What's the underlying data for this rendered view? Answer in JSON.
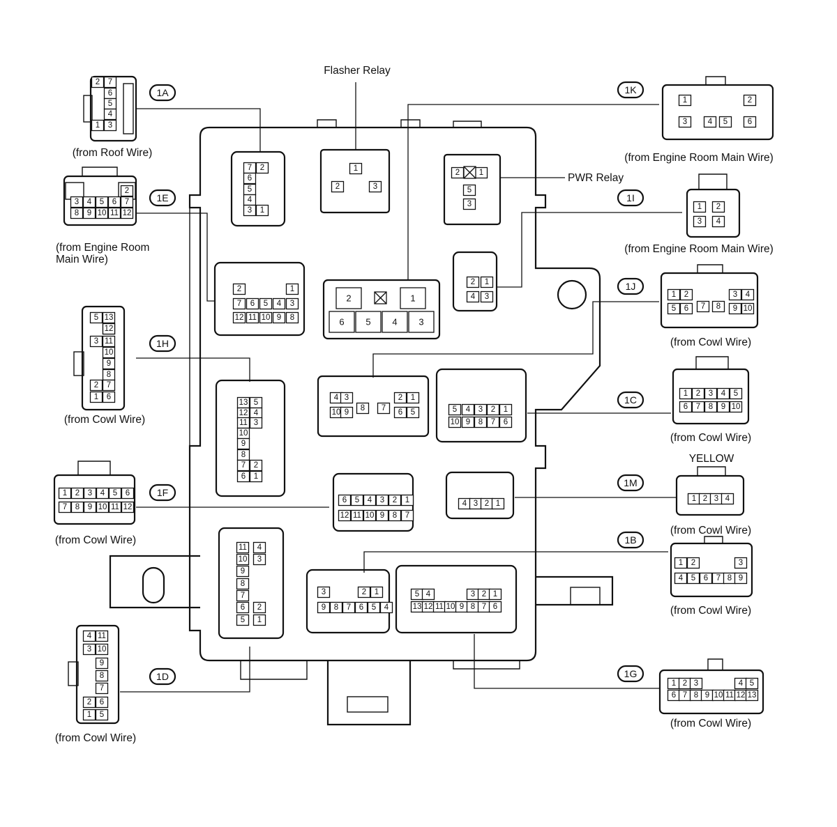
{
  "labels": {
    "flasher_relay": "Flasher Relay",
    "pwr_relay": "PWR Relay",
    "yellow": "YELLOW"
  },
  "connectors": [
    {
      "id": "1A",
      "caption": [
        "(from Roof Wire)"
      ]
    },
    {
      "id": "1E",
      "caption": [
        "(from Engine Room",
        " Main Wire)"
      ]
    },
    {
      "id": "1H",
      "caption": [
        "(from Cowl Wire)"
      ]
    },
    {
      "id": "1F",
      "caption": [
        "(from Cowl Wire)"
      ]
    },
    {
      "id": "1D",
      "caption": [
        "(from Cowl Wire)"
      ]
    },
    {
      "id": "1K",
      "caption": [
        "(from Engine Room Main Wire)"
      ]
    },
    {
      "id": "1I",
      "caption": [
        "(from Engine Room Main Wire)"
      ]
    },
    {
      "id": "1J",
      "caption": [
        "(from Cowl Wire)"
      ]
    },
    {
      "id": "1C",
      "caption": [
        "(from Cowl Wire)"
      ]
    },
    {
      "id": "1M",
      "caption": [
        "(from Cowl Wire)"
      ]
    },
    {
      "id": "1B",
      "caption": [
        "(from Cowl Wire)"
      ]
    },
    {
      "id": "1G",
      "caption": [
        "(from Cowl Wire)"
      ]
    }
  ]
}
